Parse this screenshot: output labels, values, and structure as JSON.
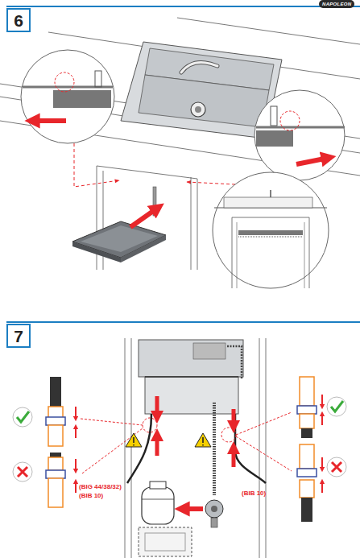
{
  "diagram": {
    "nodes": [
      {
        "text": [
          "6"
        ]
      },
      {
        "text": [
          "7"
        ]
      }
    ],
    "labels": [
      "NAPOLEON",
      "(BIG 44/38/32)",
      "(BIB 10)",
      "(BIB 10)"
    ]
  }
}
